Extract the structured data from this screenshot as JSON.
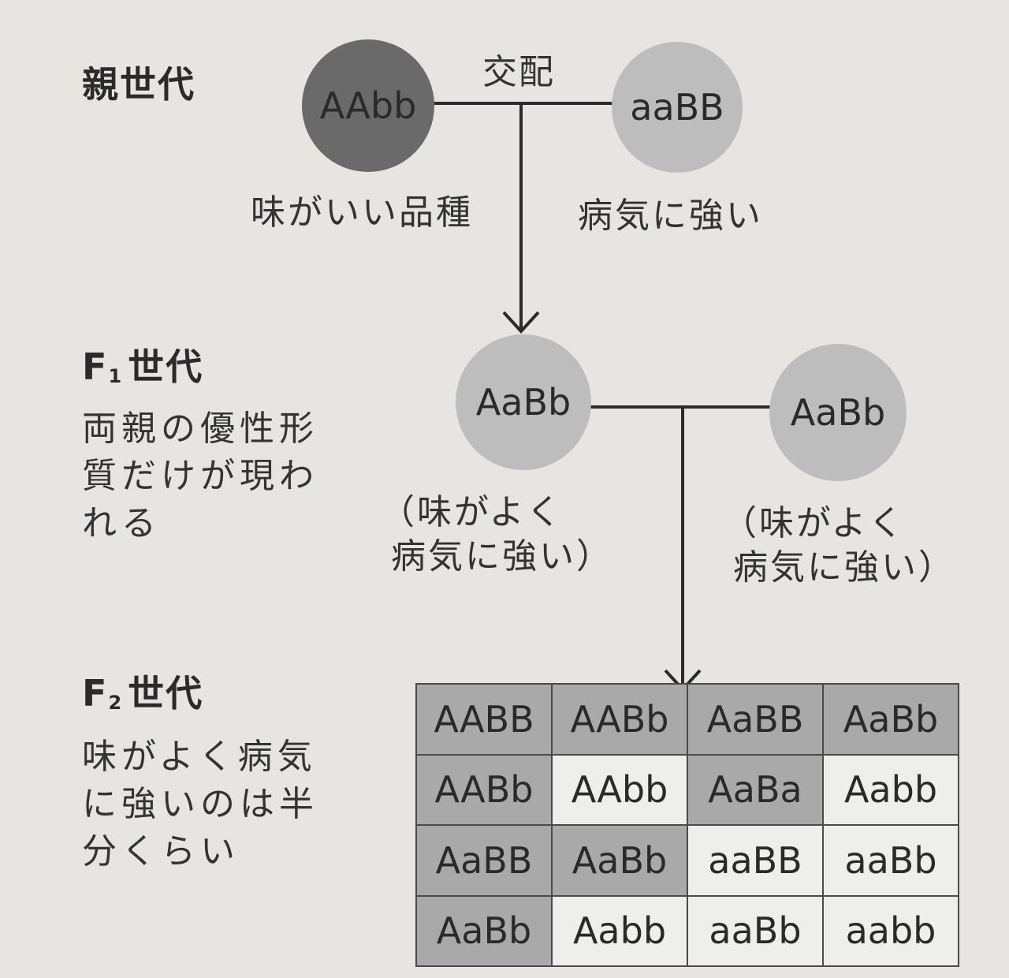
{
  "generations": {
    "parent": {
      "label": "親世代"
    },
    "f1": {
      "label_prefix": "F",
      "label_sub": "1",
      "label_suffix": "世代",
      "description": "両親の優性形質だけが現われる"
    },
    "f2": {
      "label_prefix": "F",
      "label_sub": "2",
      "label_suffix": "世代",
      "description": "味がよく病気に強いのは半分くらい"
    }
  },
  "parents": {
    "cross_label": "交配",
    "left": {
      "genotype": "AAbb",
      "note": "味がいい品種"
    },
    "right": {
      "genotype": "aaBB",
      "note": "病気に強い"
    }
  },
  "f1_individuals": {
    "left": {
      "genotype": "AaBb",
      "note_line1": "（味がよく",
      "note_line2": "病気に強い）"
    },
    "right": {
      "genotype": "AaBb",
      "note_line1": "（味がよく",
      "note_line2": "病気に強い）"
    }
  },
  "punnett": {
    "rows": [
      [
        "AABB",
        "AABb",
        "AaBB",
        "AaBb"
      ],
      [
        "AABb",
        "AAbb",
        "AaBa",
        "Aabb"
      ],
      [
        "AaBB",
        "AaBb",
        "aaBB",
        "aaBb"
      ],
      [
        "AaBb",
        "Aabb",
        "aaBb",
        "aabb"
      ]
    ],
    "shaded": [
      [
        true,
        true,
        true,
        true
      ],
      [
        true,
        false,
        true,
        false
      ],
      [
        true,
        true,
        false,
        false
      ],
      [
        true,
        false,
        false,
        false
      ]
    ]
  },
  "colors": {
    "background": "#e6e5e1",
    "dark_circle": "#6a6a6a",
    "light_circle": "#bdbdbd",
    "shaded_cell": "#a9a9a9",
    "plain_cell": "#eeeeec",
    "line": "#2b2b2b"
  }
}
